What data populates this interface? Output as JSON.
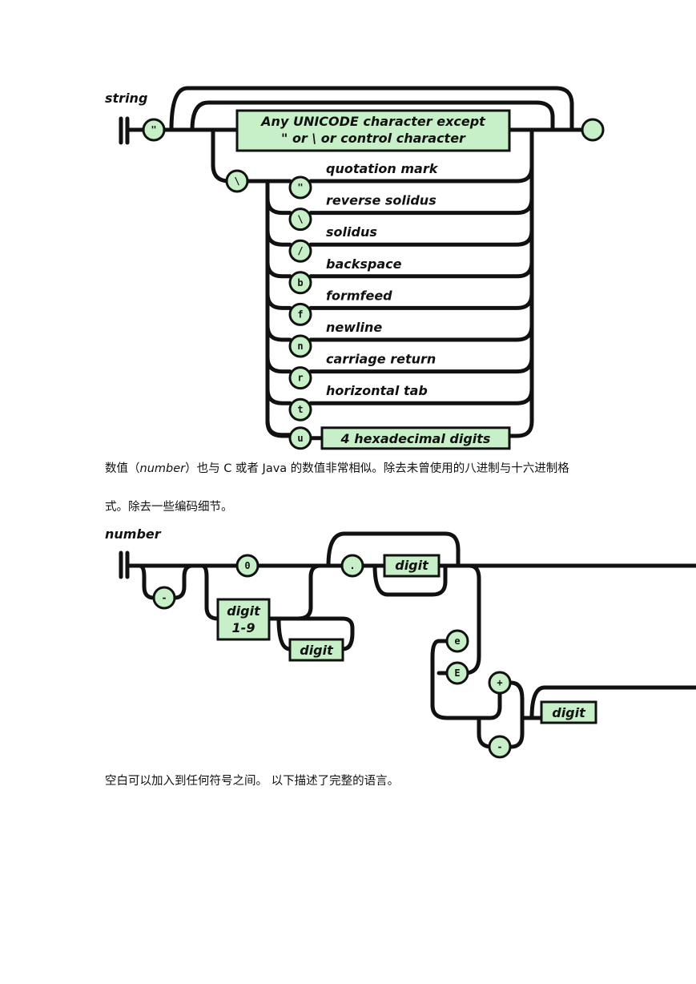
{
  "string_diagram": {
    "title": "string",
    "quote": "\"",
    "main_box": [
      "Any UNICODE character except",
      "\"  or  \\  or control character"
    ],
    "backslash": "\\",
    "escapes": [
      {
        "char": "\"",
        "label": "quotation mark"
      },
      {
        "char": "\\",
        "label": "reverse solidus"
      },
      {
        "char": "/",
        "label": "solidus"
      },
      {
        "char": "b",
        "label": "backspace"
      },
      {
        "char": "f",
        "label": "formfeed"
      },
      {
        "char": "n",
        "label": "newline"
      },
      {
        "char": "r",
        "label": "carriage return"
      },
      {
        "char": "t",
        "label": "horizontal tab"
      },
      {
        "char": "u",
        "label": "4 hexadecimal digits"
      }
    ]
  },
  "para1": {
    "line1_a": "数值（",
    "line1_em": "number",
    "line1_b": "）也与 C 或者 Java 的数值非常相似。除去未曾使用的八进制与十六进制格",
    "line2": "式。除去一些编码细节。"
  },
  "number_diagram": {
    "title": "number",
    "minus": "-",
    "zero": "0",
    "digit19": [
      "digit",
      "1-9"
    ],
    "digit": "digit",
    "dot": ".",
    "e_lower": "e",
    "e_upper": "E",
    "plus": "+"
  },
  "para2": {
    "text": "空白可以加入到任何符号之间。 以下描述了完整的语言。"
  }
}
